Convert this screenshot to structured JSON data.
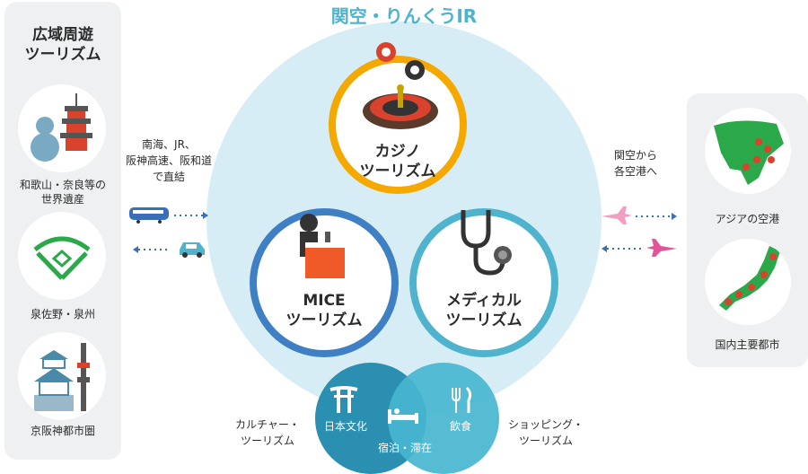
{
  "title": "関空・りんくうIR",
  "left_panel": {
    "heading": "広域周遊\nツーリズム",
    "items": [
      {
        "label": "和歌山・奈良等の\n世界遺産"
      },
      {
        "label": "泉佐野・泉州"
      },
      {
        "label": "京阪神都市圏"
      }
    ]
  },
  "right_panel": {
    "items": [
      {
        "label": "アジアの空港"
      },
      {
        "label": "国内主要都市"
      }
    ]
  },
  "transport_left": {
    "text": "南海、JR、\n阪神高速、阪和道\nで直結"
  },
  "transport_right": {
    "text": "関空から\n各空港へ"
  },
  "center": {
    "casino": "カジノ\nツーリズム",
    "mice": "MICE\nツーリズム",
    "medical": "メディカル\nツーリズム"
  },
  "bottom": {
    "culture_label": "カルチャー・\nツーリズム",
    "shopping_label": "ショッピング・\nツーリズム",
    "japanese_culture": "日本文化",
    "food": "飲食",
    "lodging": "宿泊・滞在"
  },
  "colors": {
    "pale_circle": "#d6edf5",
    "casino_ring": "#f4a800",
    "mice_ring": "#3f7fc4",
    "medical_ring": "#4fb3cd",
    "venn_left": "#2a8fb0",
    "venn_right": "#48b6cf",
    "venn_overlap": "#1f6f8a",
    "title": "#4fb3cd"
  }
}
